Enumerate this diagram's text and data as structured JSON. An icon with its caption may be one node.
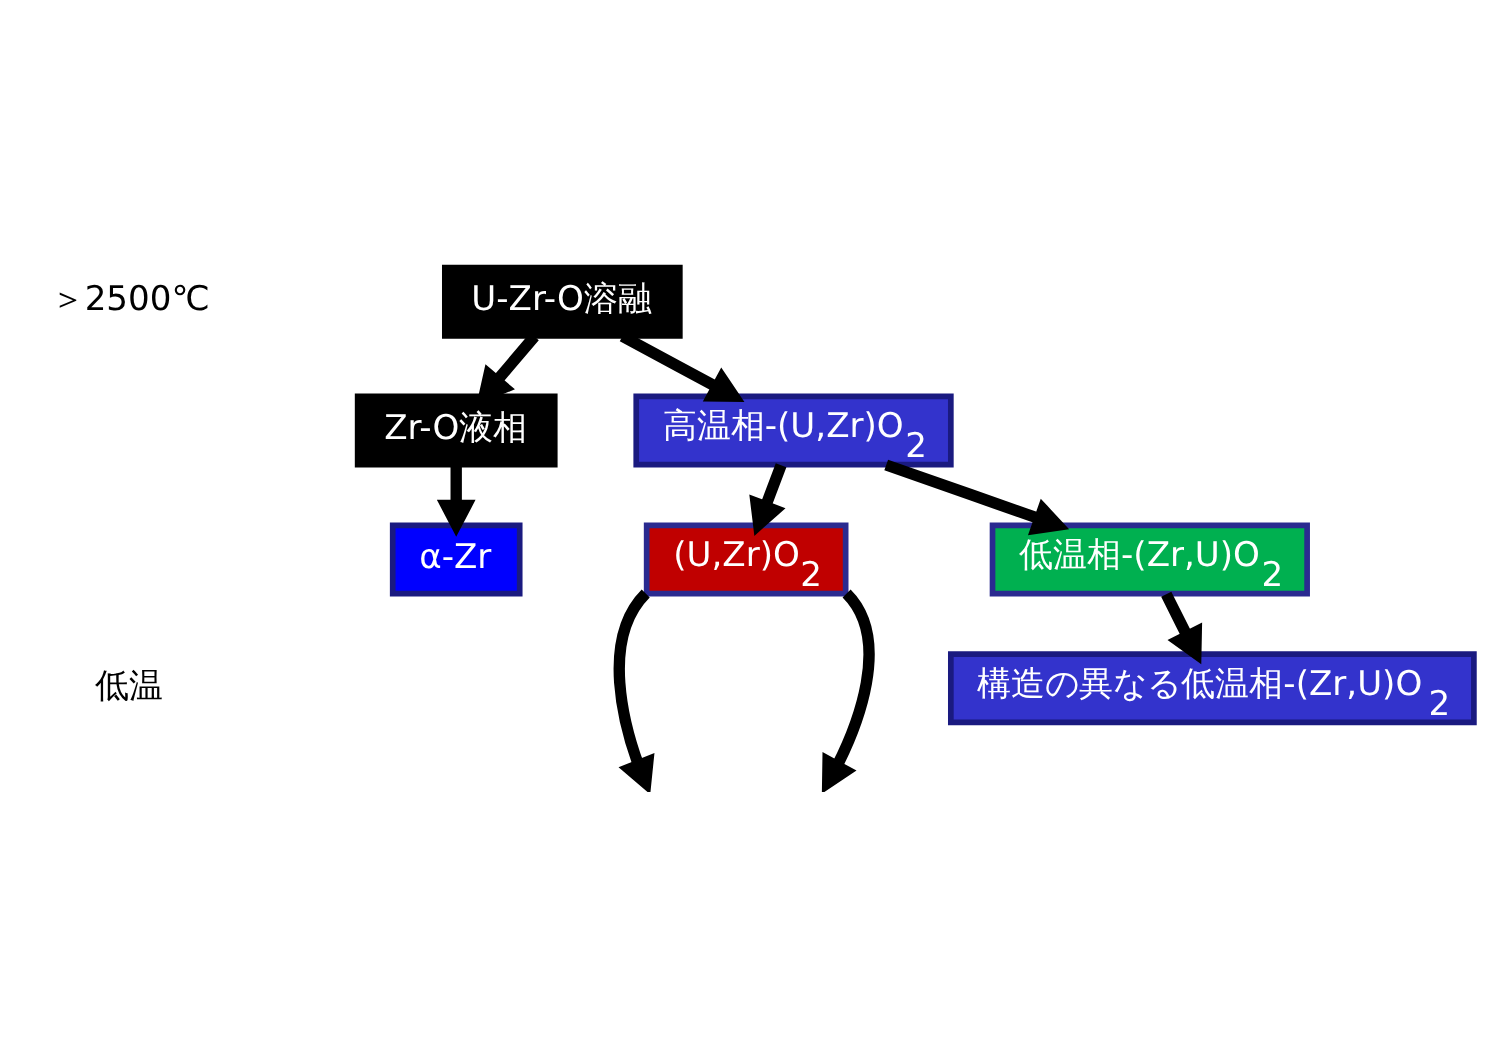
{
  "diagram": {
    "nodes": [
      {
        "text": [
          "U-Zr-O溶融"
        ]
      },
      {
        "text": [
          "Zr-O液相"
        ]
      },
      {
        "text": [
          "高温相-(U,Zr)O$_{2}$"
        ]
      },
      {
        "text": [
          "α-Zr"
        ]
      },
      {
        "text": [
          "(U,Zr)O$_{2}$"
        ]
      },
      {
        "text": [
          "低温相-(Zr,U)O$_{2}$"
        ]
      },
      {
        "text": [
          "構造の異なる低温相-(Zr,U)O$_{2}$"
        ]
      }
    ],
    "edges": [
      {
        "from": 0,
        "to": 1,
        "arrow": "to"
      },
      {
        "from": 0,
        "to": 2,
        "arrow": "to"
      },
      {
        "from": 1,
        "to": 3,
        "arrow": "to"
      },
      {
        "from": 2,
        "to": 4,
        "arrow": "to"
      },
      {
        "from": 2,
        "to": 5,
        "arrow": "to"
      },
      {
        "from": 5,
        "to": 6,
        "arrow": "to"
      },
      {
        "from": 4,
        "to": null,
        "arrow": "to"
      },
      {
        "from": 4,
        "to": null,
        "arrow": "to"
      }
    ],
    "labels": [
      "＞2500℃",
      "低温"
    ]
  }
}
